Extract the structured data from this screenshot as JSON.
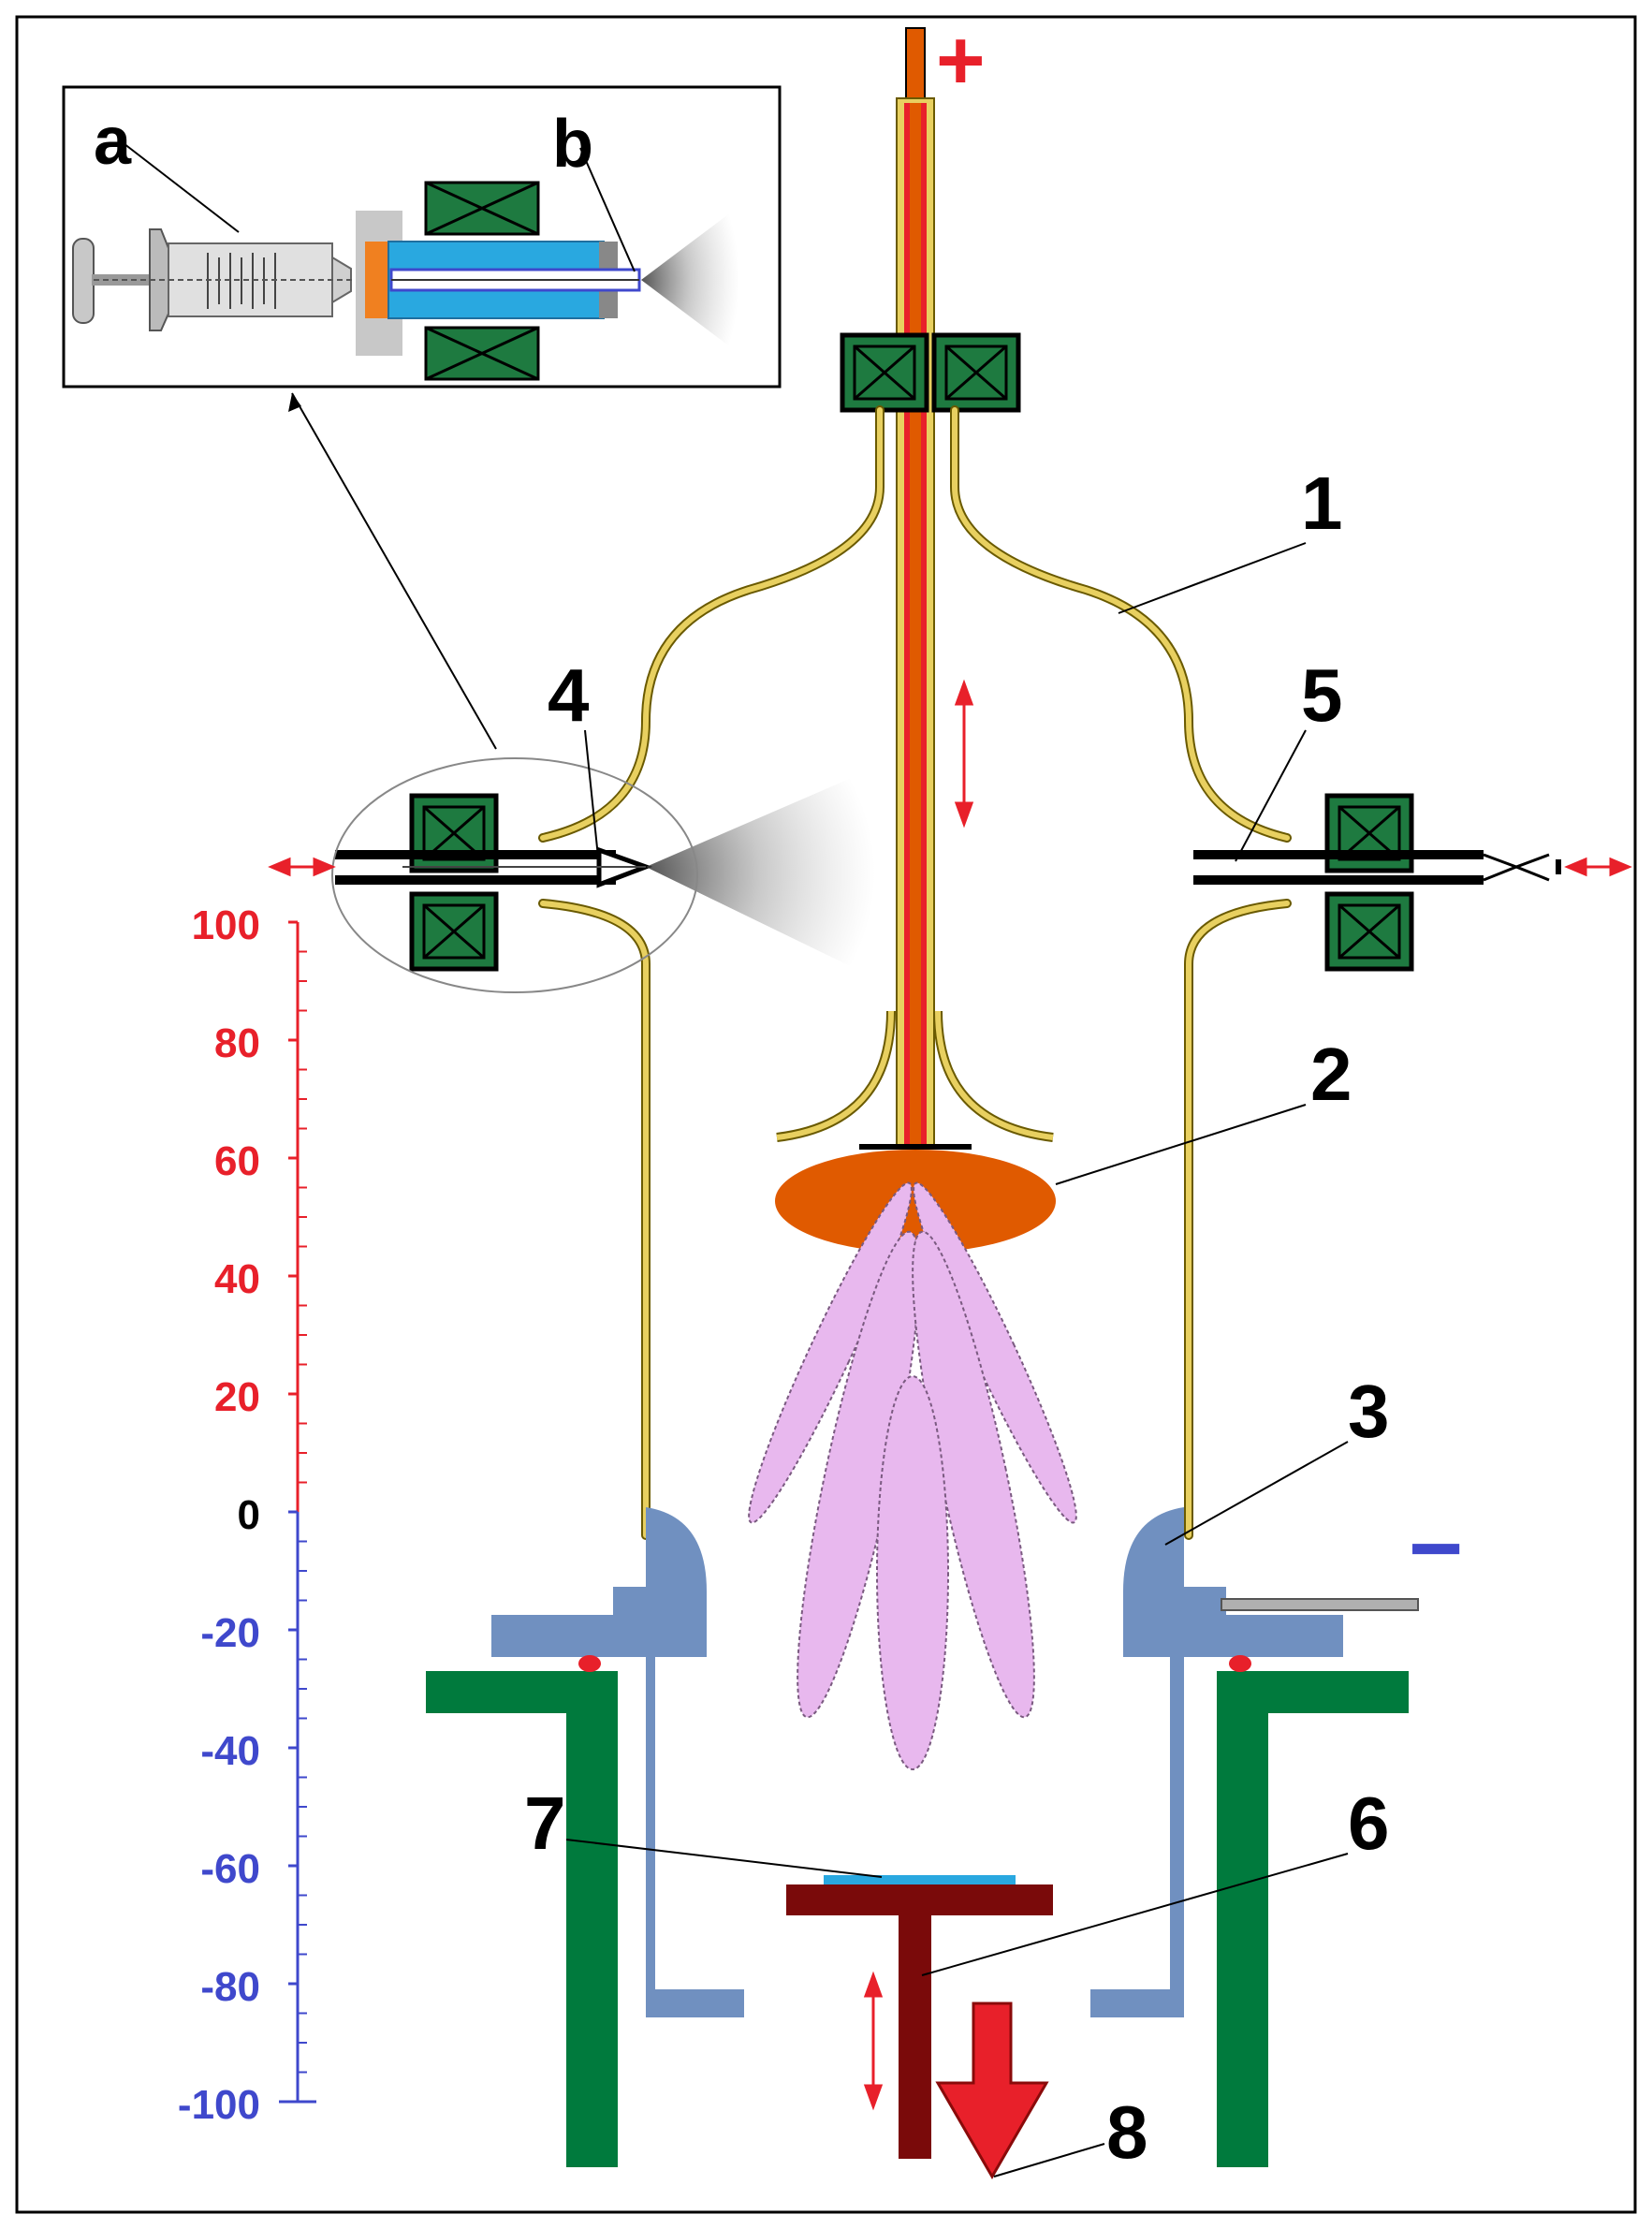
{
  "callouts": {
    "a": "a",
    "b": "b",
    "n1": "1",
    "n2": "2",
    "n3": "3",
    "n4": "4",
    "n5": "5",
    "n6": "6",
    "n7": "7",
    "n8": "8"
  },
  "polarity": {
    "positive": "+",
    "negative": "−"
  },
  "scale": {
    "ticks": [
      {
        "value": "100",
        "color": "#e8202a"
      },
      {
        "value": "80",
        "color": "#e8202a"
      },
      {
        "value": "60",
        "color": "#e8202a"
      },
      {
        "value": "40",
        "color": "#e8202a"
      },
      {
        "value": "20",
        "color": "#e8202a"
      },
      {
        "value": "0",
        "color": "#000000"
      },
      {
        "value": "-20",
        "color": "#3f48cc"
      },
      {
        "value": "-40",
        "color": "#3f48cc"
      },
      {
        "value": "-60",
        "color": "#3f48cc"
      },
      {
        "value": "-80",
        "color": "#3f48cc"
      },
      {
        "value": "-100",
        "color": "#3f48cc"
      }
    ]
  },
  "colors": {
    "anode": "#e05a00",
    "cathode": "#7090c0",
    "housing": "#007a3d",
    "magnet": "#1e7a40",
    "substrate_holder": "#7a0a0a",
    "substrate": "#29a8e0",
    "plasma": "#e8b8ee",
    "wire": "#e8d060",
    "arrow_red": "#e8202a"
  }
}
